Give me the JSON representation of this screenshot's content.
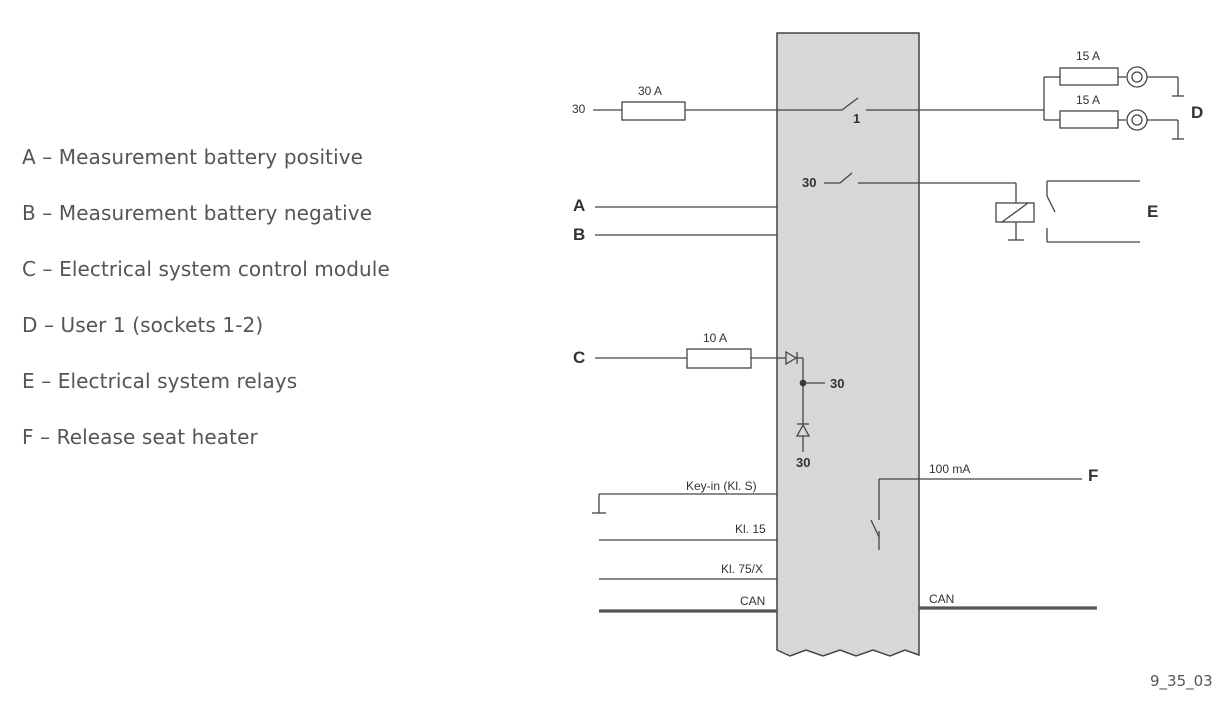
{
  "legend": [
    "A – Measurement battery positive",
    "B – Measurement battery negative",
    "C – Electrical system control module",
    "D – User 1 (sockets 1-2)",
    "E – Electrical system relays",
    "F – Release seat heater"
  ],
  "diagram": {
    "terminal_30_top": "30",
    "fuse_30a": "30 A",
    "switch_1": "1",
    "fuse_15a_1": "15 A",
    "fuse_15a_2": "15 A",
    "label_d": "D",
    "relay_30": "30",
    "label_e": "E",
    "label_a": "A",
    "label_b": "B",
    "label_c": "C",
    "fuse_10a": "10 A",
    "node_30_right": "30",
    "node_30_bottom": "30",
    "fuse_100ma": "100 mA",
    "label_f": "F",
    "key_in": "Key-in (Kl. S)",
    "kl15": "Kl. 15",
    "kl75": "Kl. 75/X",
    "can_left": "CAN",
    "can_right": "CAN"
  },
  "figure_code": "9_35_03"
}
